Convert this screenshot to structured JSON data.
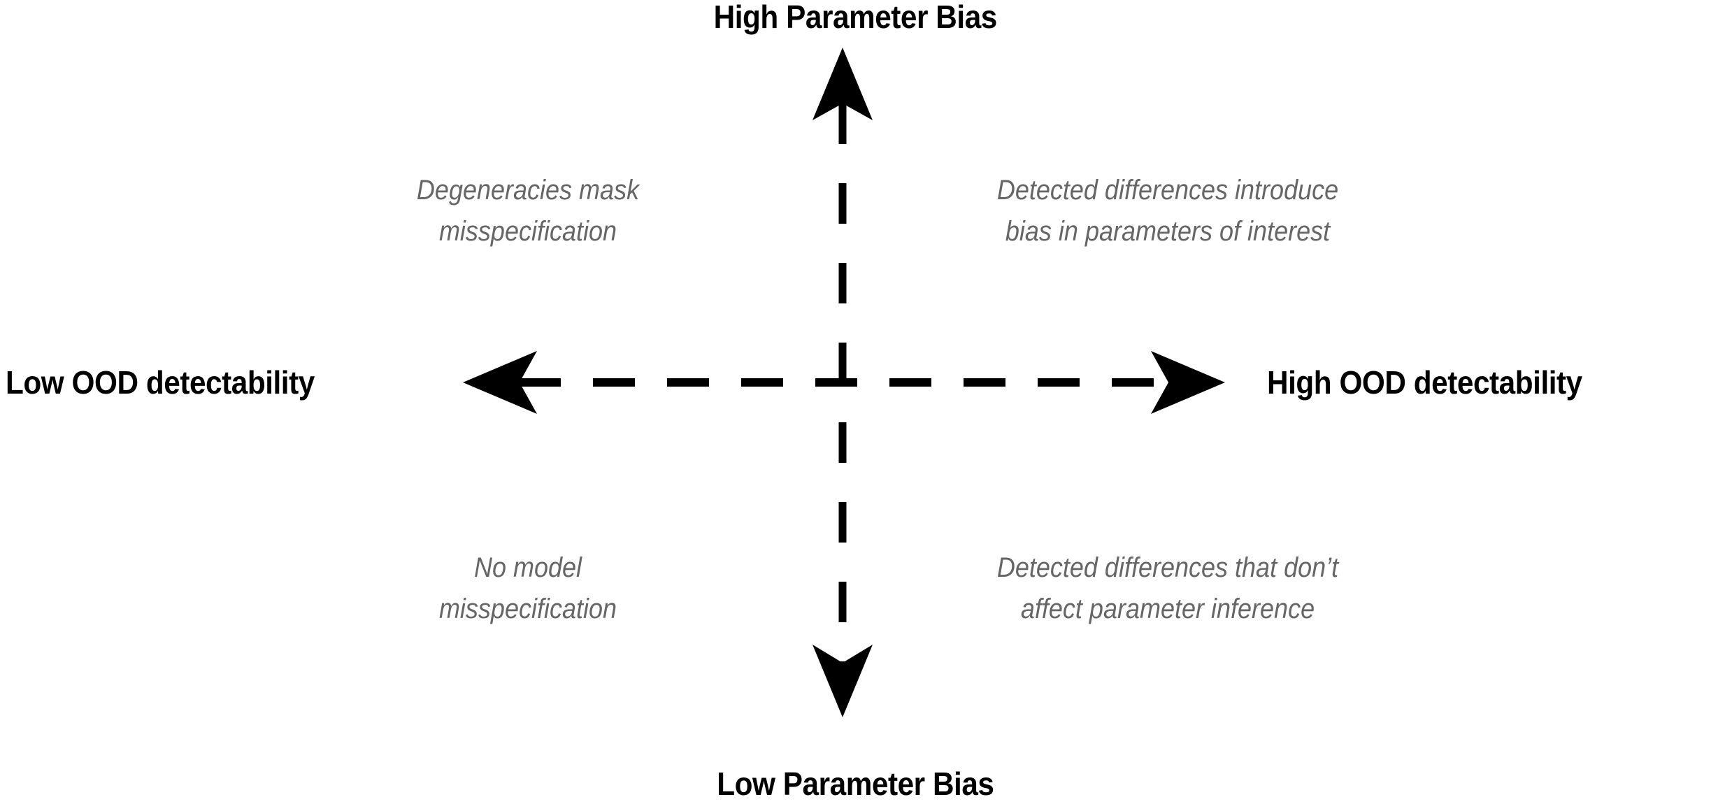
{
  "figure": {
    "type": "2x2-quadrant-diagram",
    "background_color": "#ffffff",
    "axis_color": "#000000",
    "note_color": "#666666"
  },
  "axes": {
    "vertical": {
      "top_label": "High Parameter Bias",
      "bottom_label": "Low Parameter Bias",
      "style": "dashed",
      "arrowheads": "both"
    },
    "horizontal": {
      "left_label": "Low OOD detectability",
      "right_label": "High OOD detectability",
      "style": "dashed",
      "arrowheads": "both"
    }
  },
  "quadrants": {
    "top_left": {
      "text": "Degeneracies mask\nmisspecification",
      "line1": "Degeneracies mask",
      "line2": "misspecification"
    },
    "top_right": {
      "text": "Detected differences introduce\nbias in parameters of interest",
      "line1": "Detected differences introduce",
      "line2": "bias in parameters of interest"
    },
    "bottom_left": {
      "text": "No model\nmisspecification",
      "line1": "No model",
      "line2": "misspecification"
    },
    "bottom_right": {
      "text": "Detected differences that don’t\naffect parameter inference",
      "line1": "Detected differences that don’t",
      "line2": "affect parameter inference"
    }
  }
}
